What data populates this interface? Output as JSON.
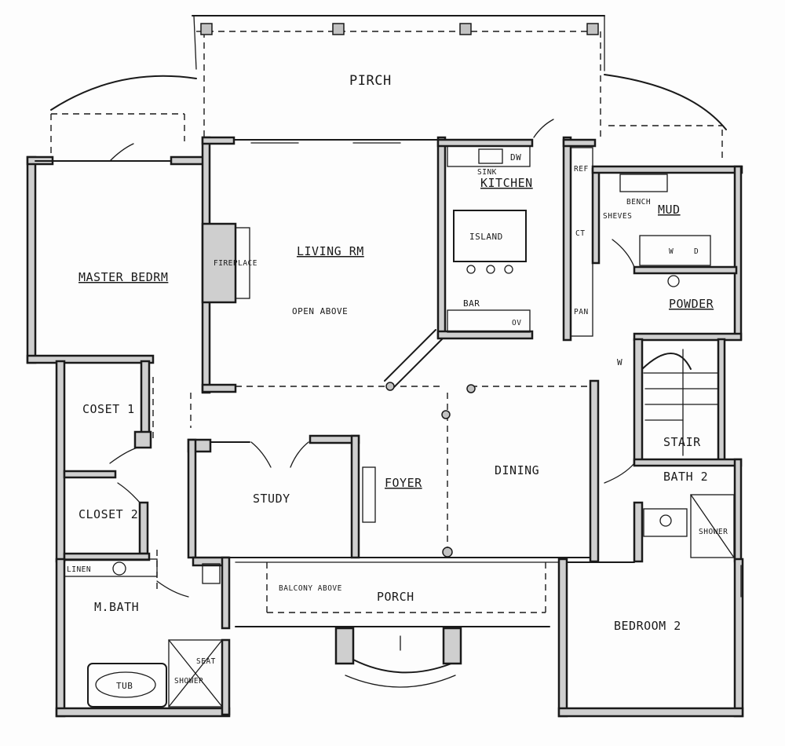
{
  "plan": {
    "labels": {
      "porch_top": "PIRCH",
      "living": "LIVING RM",
      "fireplace": "FIREPLACE",
      "open_above": "OPEN ABOVE",
      "master": "MASTER BEDRM",
      "kitchen": "KITCHEN",
      "sink": "SINK",
      "dw": "DW",
      "island": "ISLAND",
      "bar": "BAR",
      "ov": "OV",
      "ref": "REF",
      "ct": "CT",
      "pan": "PAN",
      "bench": "BENCH",
      "shelves": "SHEVES",
      "mud": "MUD",
      "w": "W",
      "d": "D",
      "powder": "POWDER",
      "wood_w": "W",
      "stair": "STAIR",
      "closet1": "COSET 1",
      "closet2": "CLOSET 2",
      "study": "STUDY",
      "foyer": "FOYER",
      "dining": "DINING",
      "bath2": "BATH 2",
      "shower2": "SHOWER",
      "linen": "LINEN",
      "mbath": "M.BATH",
      "balcony": "BALCONY ABOVE",
      "porch_front": "PORCH",
      "bedroom2": "BEDROOM 2",
      "tub": "TUB",
      "seat": "SEAT",
      "shower": "SHOWER"
    }
  }
}
